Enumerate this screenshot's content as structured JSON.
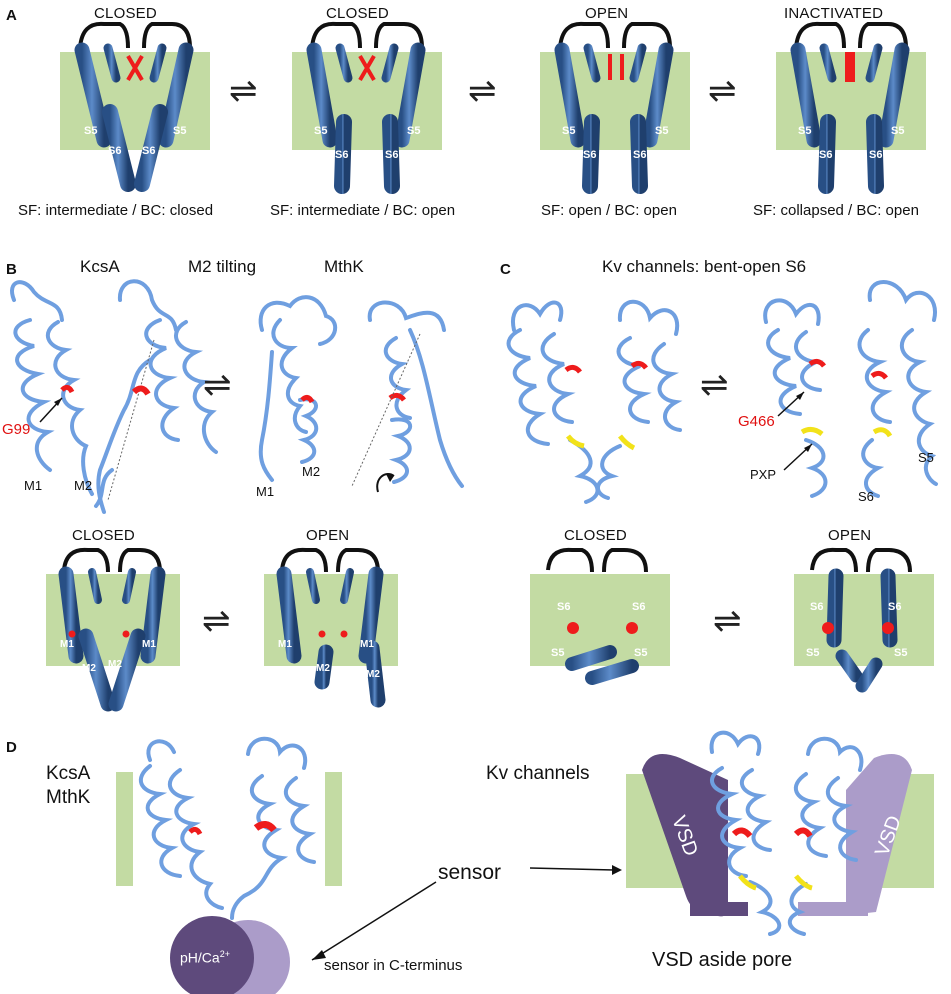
{
  "panelA": {
    "label": "A",
    "states": [
      "CLOSED",
      "CLOSED",
      "OPEN",
      "INACTIVATED"
    ],
    "captions": [
      "SF: intermediate / BC: closed",
      "SF: intermediate / BC: open",
      "SF: open / BC: open",
      "SF: collapsed / BC: open"
    ],
    "s5": "S5",
    "s6": "S6",
    "equilibrium": "⇌"
  },
  "panelB": {
    "label": "B",
    "kcsa": "KcsA",
    "m2tilting": "M2 tilting",
    "mthk": "MthK",
    "g99": "G99",
    "m1": "M1",
    "m2": "M2",
    "closed": "CLOSED",
    "open": "OPEN"
  },
  "panelC": {
    "label": "C",
    "title": "Kv channels: bent-open S6",
    "g466": "G466",
    "pxp": "PXP",
    "s5": "S5",
    "s6": "S6",
    "closed": "CLOSED",
    "open": "OPEN"
  },
  "panelD": {
    "label": "D",
    "kcsa": "KcsA",
    "mthk": "MthK",
    "kv": "Kv channels",
    "sensor": "sensor",
    "ph": "pH/Ca",
    "ph_sup": "2+",
    "sensorCterm": "sensor in C-terminus",
    "vsd": "VSD",
    "vsdAside": "VSD aside pore"
  },
  "colors": {
    "helix": "#3d6aa6",
    "ribbon": "#6f9fe0",
    "membrane": "#c3dba3",
    "filter": "#ee1c1c",
    "pxp": "#f2e21a",
    "vsdDark": "#5e4a7c",
    "vsdLight": "#ab9cc9"
  }
}
